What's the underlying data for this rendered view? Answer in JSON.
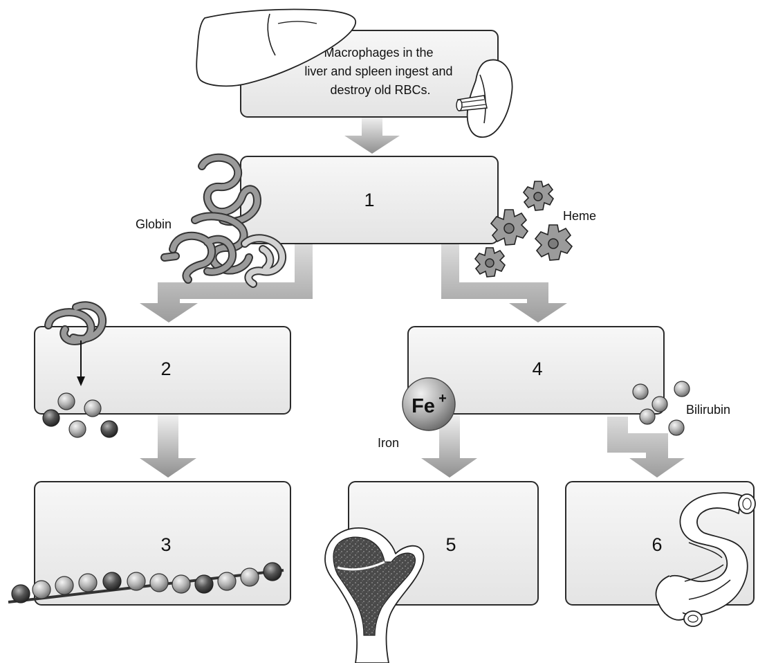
{
  "intro": {
    "lines": [
      "Macrophages in the",
      "liver and spleen ingest and",
      "destroy old RBCs."
    ]
  },
  "steps": {
    "s1": "1",
    "s2": "2",
    "s3": "3",
    "s4": "4",
    "s5": "5",
    "s6": "6"
  },
  "labels": {
    "globin": "Globin",
    "heme": "Heme",
    "iron": "Iron",
    "iron_symbol": "Fe",
    "iron_charge": "+",
    "bilirubin": "Bilirubin"
  },
  "icons": [
    "liver-icon",
    "spleen-icon",
    "globin-protein-icon",
    "heme-molecule-icon",
    "amino-acid-icon",
    "iron-ion-icon",
    "bilirubin-molecule-icon",
    "bone-icon",
    "intestine-icon"
  ]
}
